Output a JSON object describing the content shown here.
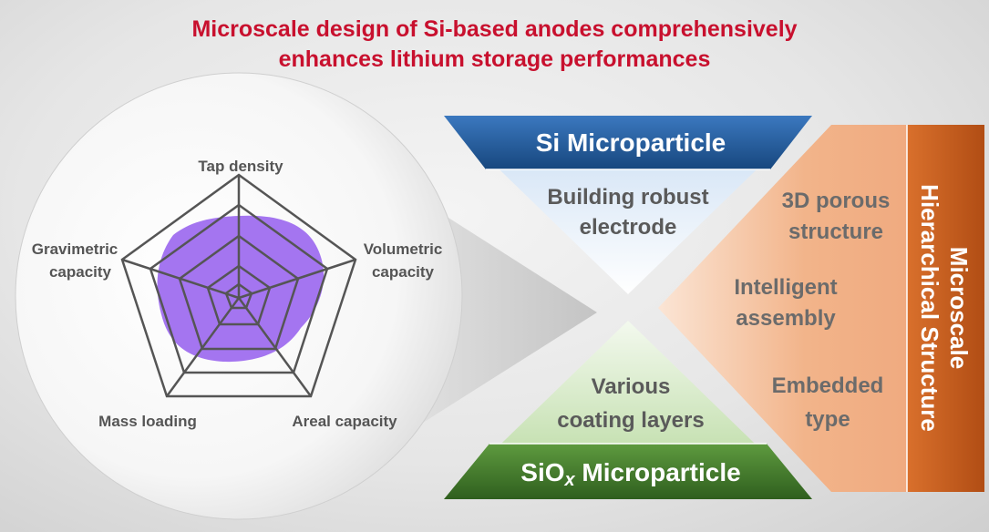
{
  "title": {
    "line1": "Microscale design of Si-based anodes comprehensively",
    "line2": "enhances lithium storage performances"
  },
  "radar": {
    "axes": [
      "Tap density",
      "Volumetric",
      "capacity",
      "Areal capacity",
      "Mass loading",
      "Gravimetric",
      "capacity"
    ],
    "axis_labels": {
      "top": "Tap density",
      "right_1": "Volumetric",
      "right_2": "capacity",
      "bottom_right": "Areal capacity",
      "bottom_left": "Mass loading",
      "left_1": "Gravimetric",
      "left_2": "capacity"
    },
    "fill_color": "#a475f0"
  },
  "si_micro": {
    "title": "Si Microparticle",
    "text_1": "Building robust",
    "text_2": "electrode",
    "color": "#1f5a98"
  },
  "siox_micro": {
    "title_prefix": "SiO",
    "title_sub": "x",
    "title_suffix": " Microparticle",
    "text_1": "Various",
    "text_2": "coating layers",
    "color": "#3f7a2a"
  },
  "hierarchical": {
    "vertical_1": "Microscale",
    "vertical_2": "Hierarchical Structure",
    "item_1a": "3D porous",
    "item_1b": "structure",
    "item_2a": "Intelligent",
    "item_2b": "assembly",
    "item_3a": "Embedded",
    "item_3b": "type",
    "color": "#c75a1a"
  }
}
